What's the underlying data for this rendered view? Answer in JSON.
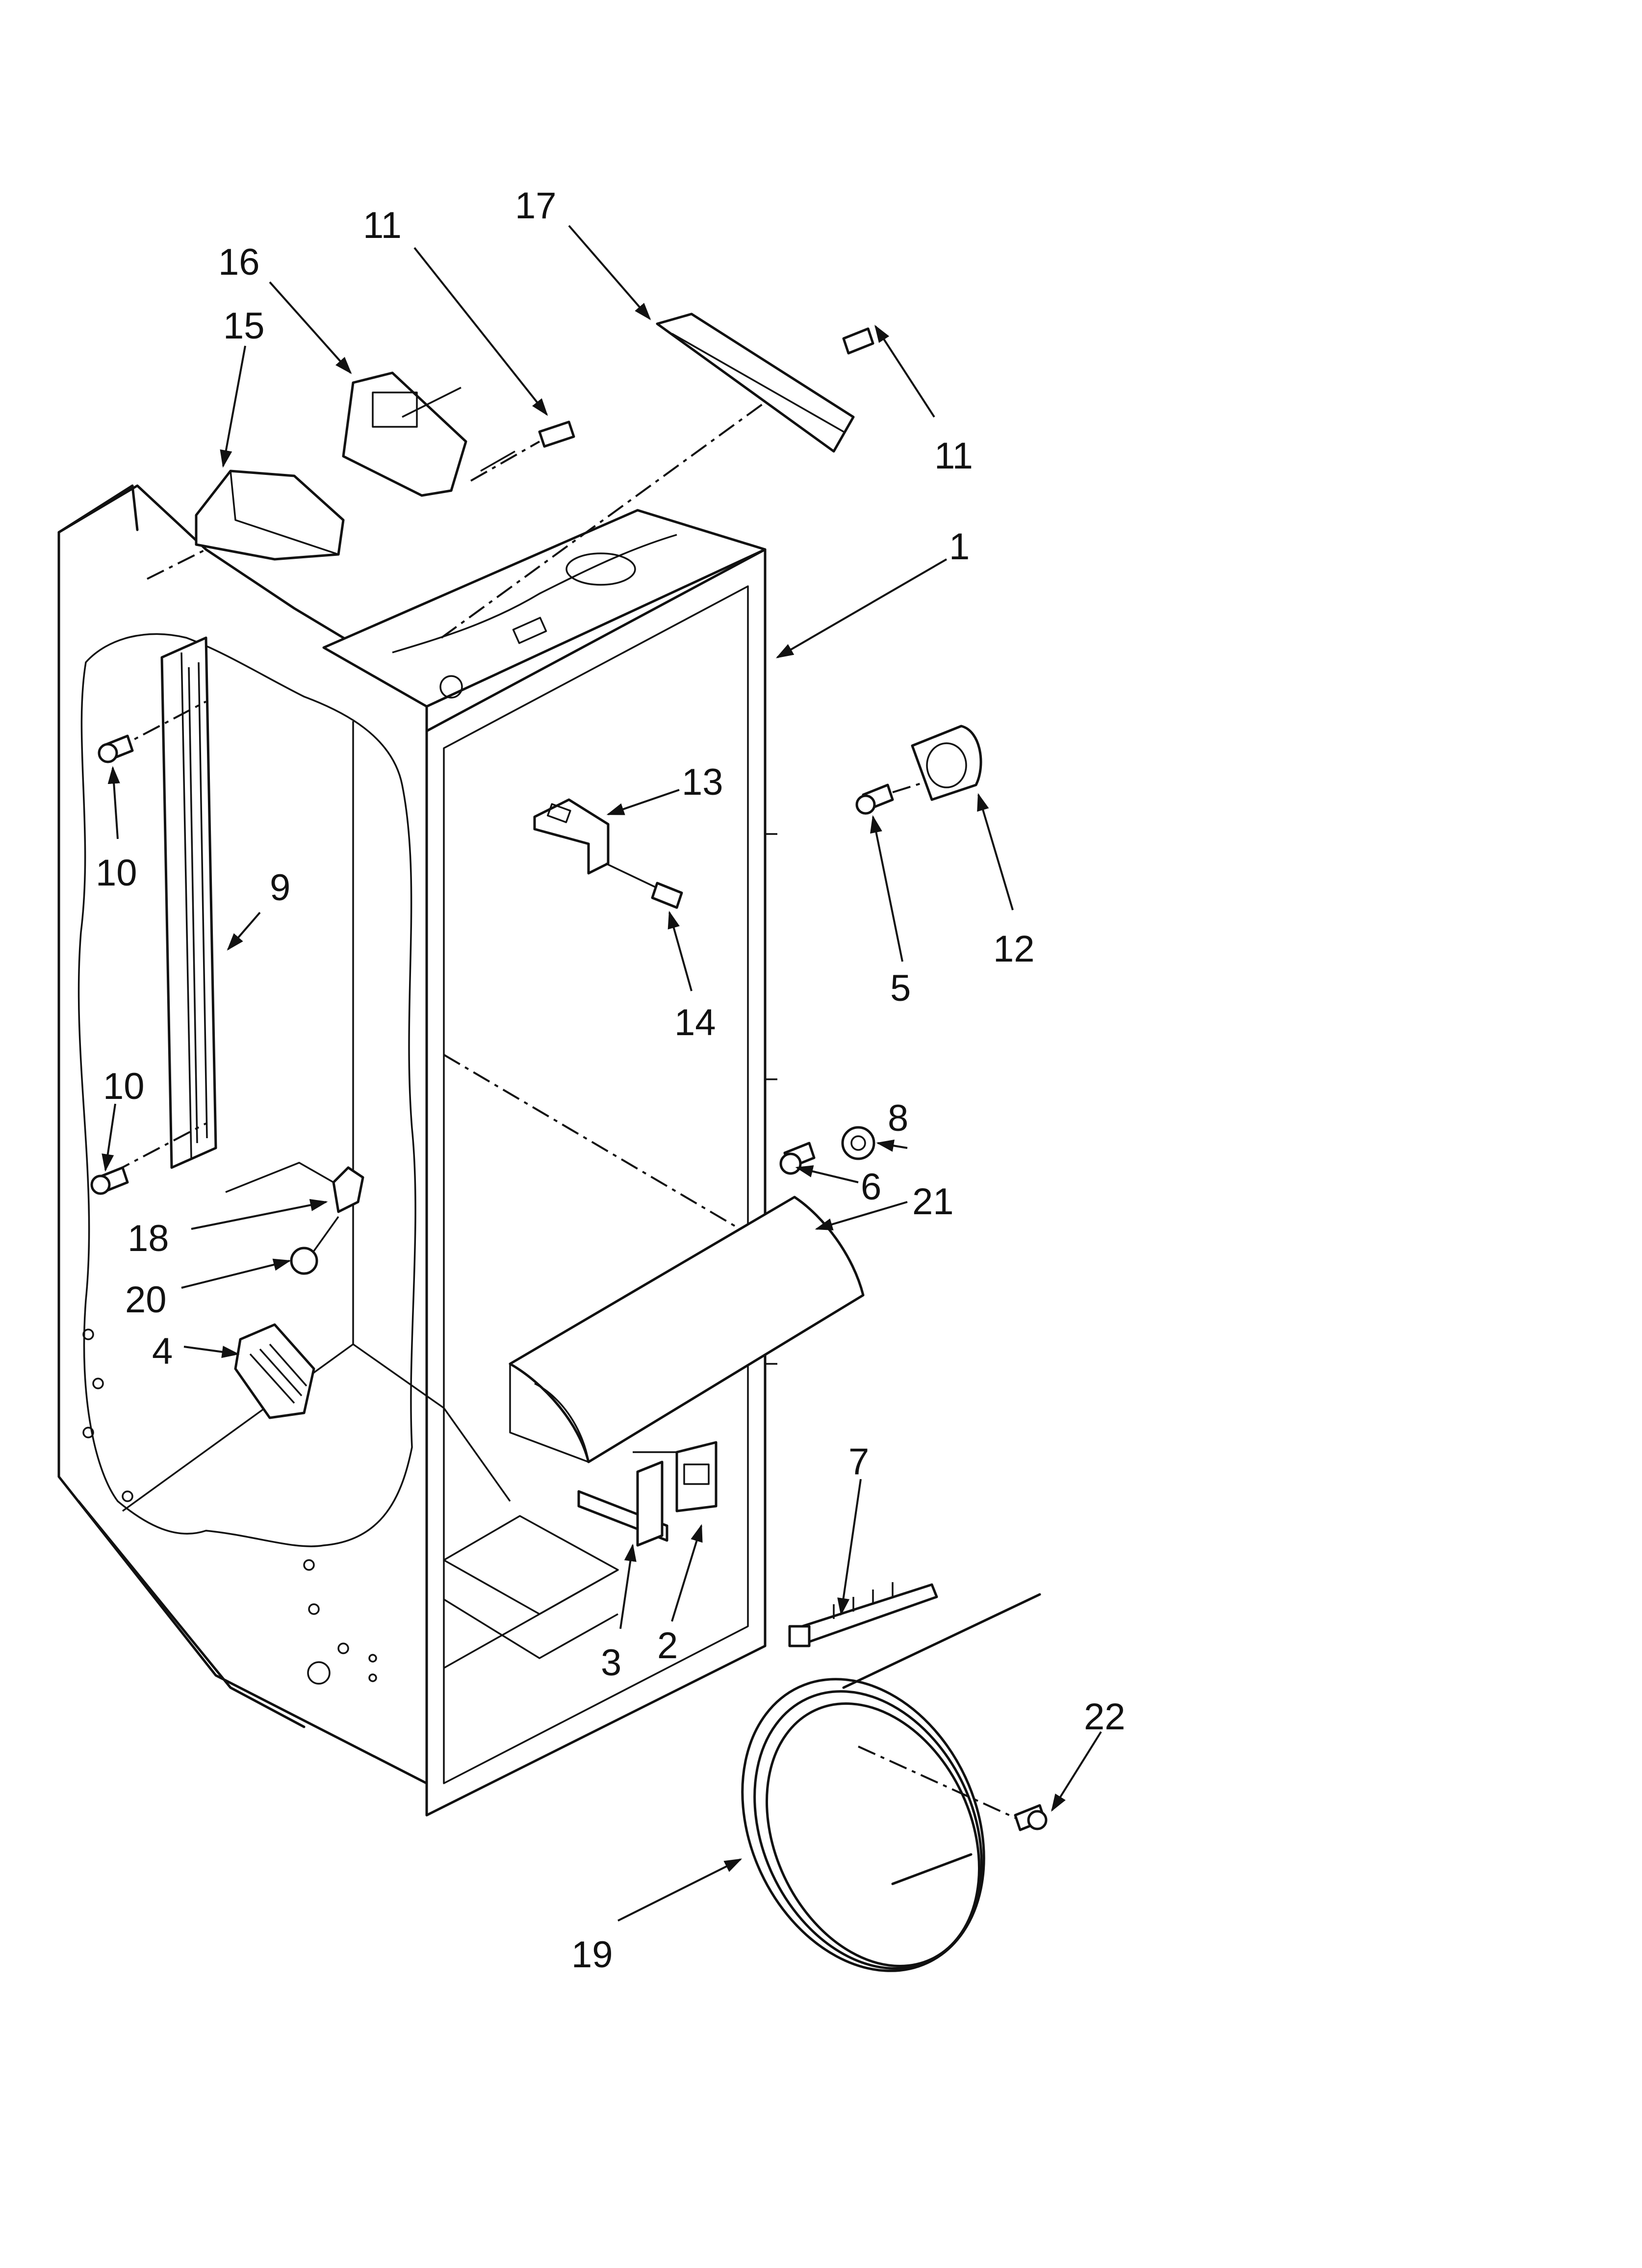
{
  "diagram": {
    "callouts": [
      {
        "id": "c17",
        "text": "17"
      },
      {
        "id": "c11a",
        "text": "11"
      },
      {
        "id": "c16",
        "text": "16"
      },
      {
        "id": "c15",
        "text": "15"
      },
      {
        "id": "c11b",
        "text": "11"
      },
      {
        "id": "c1",
        "text": "1"
      },
      {
        "id": "c13",
        "text": "13"
      },
      {
        "id": "c10a",
        "text": "10"
      },
      {
        "id": "c9",
        "text": "9"
      },
      {
        "id": "c14",
        "text": "14"
      },
      {
        "id": "c5",
        "text": "5"
      },
      {
        "id": "c12",
        "text": "12"
      },
      {
        "id": "c10b",
        "text": "10"
      },
      {
        "id": "c8",
        "text": "8"
      },
      {
        "id": "c6",
        "text": "6"
      },
      {
        "id": "c21",
        "text": "21"
      },
      {
        "id": "c18",
        "text": "18"
      },
      {
        "id": "c20",
        "text": "20"
      },
      {
        "id": "c4",
        "text": "4"
      },
      {
        "id": "c7",
        "text": "7"
      },
      {
        "id": "c3",
        "text": "3"
      },
      {
        "id": "c2",
        "text": "2"
      },
      {
        "id": "c22",
        "text": "22"
      },
      {
        "id": "c19",
        "text": "19"
      }
    ]
  }
}
